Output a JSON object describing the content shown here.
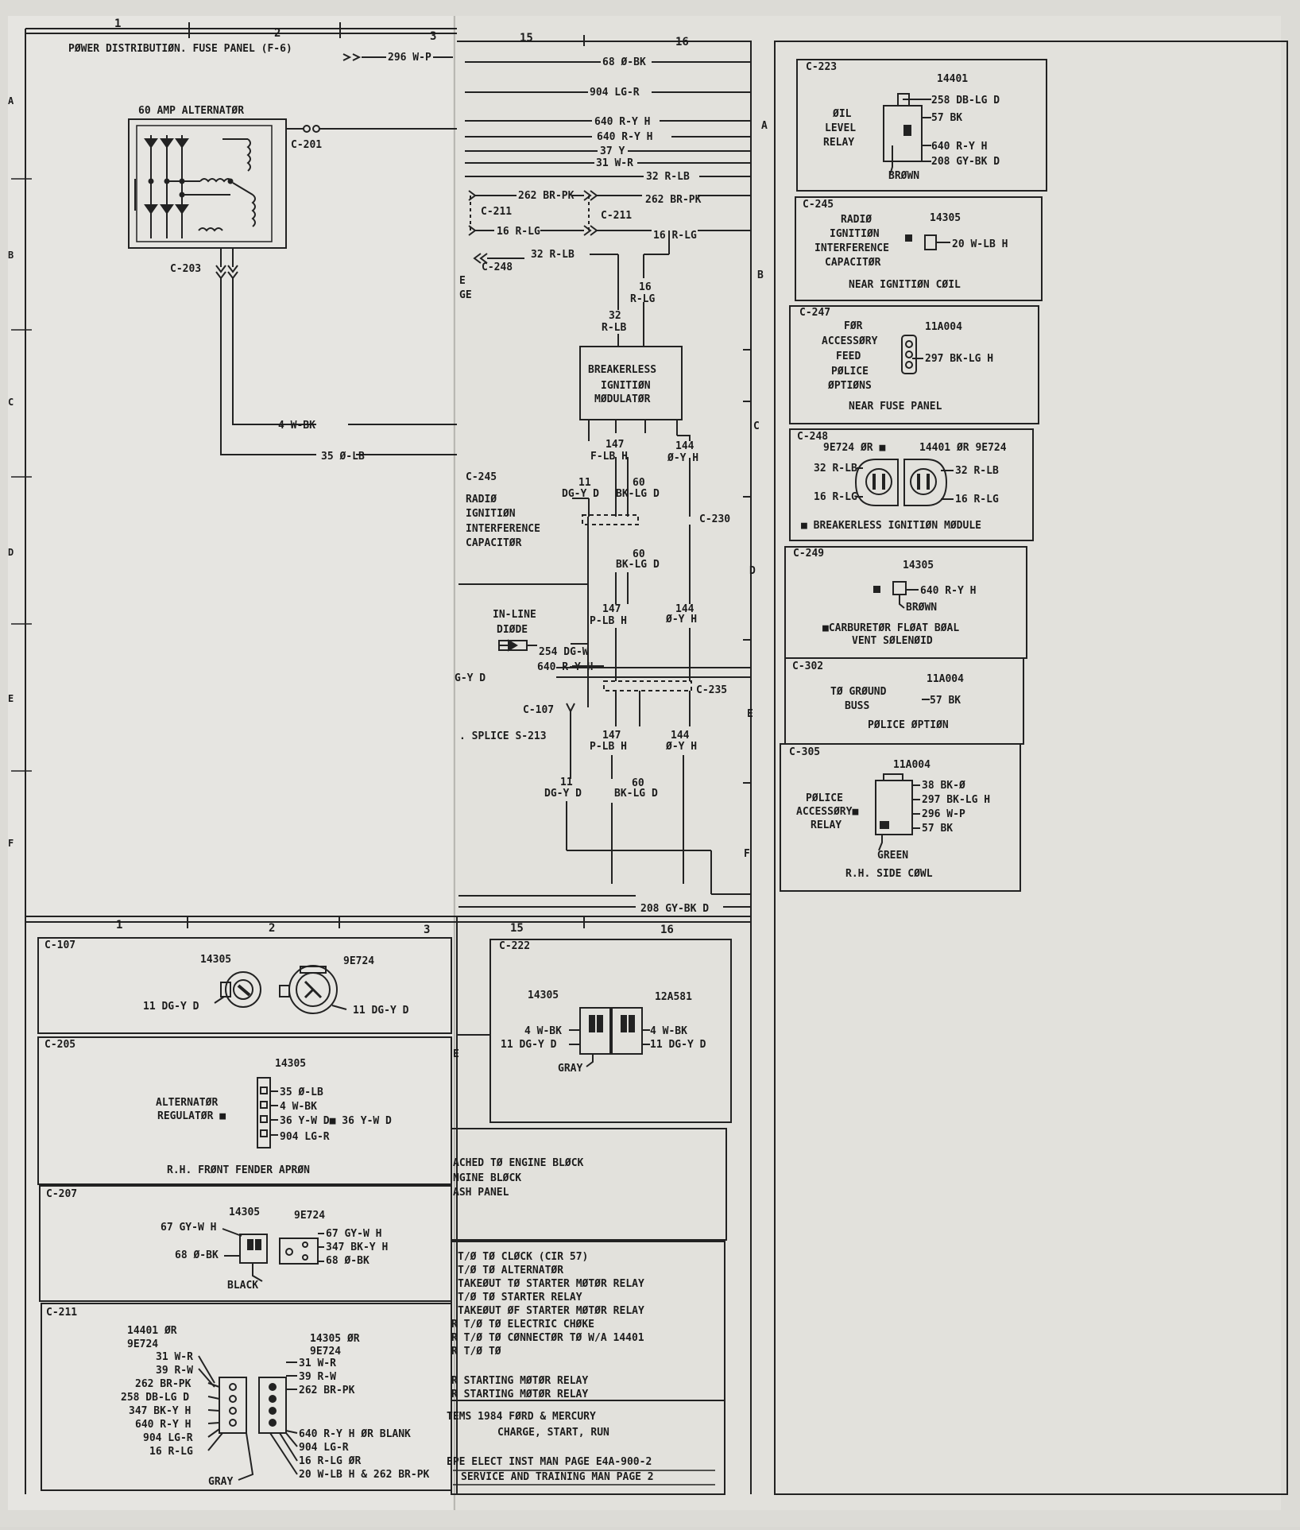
{
  "grid": {
    "cols_top": [
      "1",
      "2",
      "3",
      "15",
      "16"
    ],
    "cols_bottom": [
      "1",
      "2",
      "3",
      "15",
      "16"
    ],
    "rows_left": [
      "A",
      "B",
      "C",
      "D",
      "E",
      "F"
    ],
    "rows_right": [
      "A",
      "B",
      "C",
      "D",
      "E",
      "F"
    ]
  },
  "left": {
    "title": "PØWER DISTRIBUTIØN. FUSE PANEL (F-6)",
    "title_wire": "296 W-P",
    "alternator": "60 AMP ALTERNATØR",
    "c201": "C-201",
    "c203": "C-203",
    "w4": "4 W-BK",
    "w35": "35 Ø-LB"
  },
  "center": {
    "wires_top": [
      "68 Ø-BK",
      "904 LG-R",
      "640 R-Y H",
      "640 R-Y H",
      "37 Y",
      "31 W-R",
      "32 R-LB"
    ],
    "w262": "262 BR-PK",
    "w262b": "262 BR-PK",
    "c211a": "C-211",
    "c211b": "C-211",
    "w16a": "16 R-LG",
    "w16b": "16 R-LG",
    "c248": "C-248",
    "w32": "32 R-LB",
    "e_frag": "E",
    "ge_frag": "GE",
    "v16": "16",
    "vrlg": "R-LG",
    "v32": "32",
    "vrlb": "R-LB",
    "module": [
      "BREAKERLESS",
      "IGNITIØN",
      "MØDULATØR"
    ],
    "m147": "147",
    "mflb": "F-LB H",
    "m144": "144",
    "moy": "Ø-Y H",
    "c245": "C-245",
    "cap": [
      "RADIØ",
      "IGNITIØN",
      "INTERFERENCE",
      "CAPACITØR"
    ],
    "n11": "11",
    "dgy": "DG-Y D",
    "n60": "60",
    "bklg": "BK-LG D",
    "c230": "C-230",
    "n60b": "60",
    "bklgb": "BK-LG D",
    "n147b": "147",
    "plbh": "P-LB H",
    "n144b": "144",
    "oyh": "Ø-Y H",
    "diode": [
      "IN-LINE",
      "DIØDE"
    ],
    "w254": "254 DG-W",
    "w640": "640 R-Y H",
    "gyd": "G-Y D",
    "c235": "C-235",
    "c107": "C-107",
    "splice": ". SPLICE S-213",
    "n147c": "147",
    "plbhc": "P-LB H",
    "n144c": "144",
    "oyhc": "Ø-Y H",
    "n11c": "11",
    "dgyc": "DG-Y D",
    "n60c": "60",
    "bklgc": "BK-LG D",
    "w208": "208 GY-BK D",
    "edge_labels": [
      "A",
      "B",
      "C",
      "D",
      "E",
      "F"
    ]
  },
  "right": {
    "c223": {
      "id": "C-223",
      "part": "14401",
      "name": [
        "ØIL",
        "LEVEL",
        "RELAY"
      ],
      "w1": "258 DB-LG D",
      "w2": "57 BK",
      "w3": "640 R-Y H",
      "w4": "208 GY-BK D",
      "color": "BRØWN"
    },
    "c245": {
      "id": "C-245",
      "part": "14305",
      "name": [
        "RADIØ",
        "IGNITIØN",
        "INTERFERENCE",
        "CAPACITØR"
      ],
      "w1": "20 W-LB H",
      "loc": "NEAR IGNITIØN CØIL"
    },
    "c247": {
      "id": "C-247",
      "part": "11A004",
      "name": [
        "FØR",
        "ACCESSØRY",
        "FEED",
        "PØLICE",
        "ØPTIØNS"
      ],
      "w1": "297 BK-LG H",
      "loc": "NEAR FUSE PANEL"
    },
    "c248": {
      "id": "C-248",
      "part1": "9E724 ØR ■",
      "part2": "14401 ØR 9E724",
      "w1": "32 R-LB",
      "w2": "16 R-LG",
      "w3": "32 R-LB",
      "w4": "16 R-LG",
      "note": "■ BREAKERLESS IGNITIØN MØDULE"
    },
    "c249": {
      "id": "C-249",
      "part": "14305",
      "w1": "640 R-Y H",
      "color": "BRØWN",
      "note1": "■CARBURETØR FLØAT BØAL",
      "note2": "VENT SØLENØID"
    },
    "c302": {
      "id": "C-302",
      "part": "11A004",
      "name": [
        "TØ GRØUND",
        "BUSS"
      ],
      "w1": "57 BK",
      "note": "PØLICE ØPTIØN"
    },
    "c305": {
      "id": "C-305",
      "part": "11A004",
      "name": [
        "PØLICE",
        "ACCESSØRY■",
        "RELAY"
      ],
      "w1": "38 BK-Ø",
      "w2": "297 BK-LG H",
      "w3": "296 W-P",
      "w4": "57 BK",
      "color": "GREEN",
      "loc": "R.H. SIDE CØWL"
    }
  },
  "bottom": {
    "c107": {
      "id": "C-107",
      "p1": "14305",
      "p2": "9E724",
      "w1": "11 DG-Y D",
      "w2": "11 DG-Y D"
    },
    "c205": {
      "id": "C-205",
      "part": "14305",
      "name": [
        "ALTERNATØR",
        "REGULATØR ■"
      ],
      "wires": [
        "35 Ø-LB",
        "4 W-BK",
        "36 Y-W D■ 36 Y-W D",
        "904 LG-R"
      ],
      "loc": "R.H. FRØNT FENDER APRØN"
    },
    "c207": {
      "id": "C-207",
      "p1": "14305",
      "p2": "9E724",
      "w1": "67 GY-W H",
      "w2": "68 Ø-BK",
      "w3": "67 GY-W H",
      "w4": "347 BK-Y H",
      "w5": "68 Ø-BK",
      "color": "BLACK"
    },
    "c211": {
      "id": "C-211",
      "p1": [
        "14401 ØR",
        "9E724"
      ],
      "p2": [
        "14305 ØR",
        "9E724"
      ],
      "left_wires": [
        "31 W-R",
        "39 R-W",
        "262 BR-PK",
        "258 DB-LG D",
        "347 BK-Y H",
        "640 R-Y H",
        "904 LG-R",
        "16 R-LG"
      ],
      "right_wires": [
        "31 W-R",
        "39 R-W",
        "262 BR-PK",
        "640 R-Y H ØR BLANK",
        "904 LG-R",
        "16 R-LG ØR",
        "20 W-LB H & 262 BR-PK"
      ],
      "color": "GRAY"
    },
    "c222": {
      "id": "C-222",
      "p1": "14305",
      "p2": "12A581",
      "w1": "4 W-BK",
      "w2": "11 DG-Y D",
      "w3": "4 W-BK",
      "w4": "11 DG-Y D",
      "color": "GRAY"
    },
    "e_frag": "E",
    "notes1": [
      "ACHED TØ ENGINE BLØCK",
      "NGINE BLØCK",
      "ASH PANEL"
    ],
    "notes2": [
      "T/Ø TØ CLØCK (CIR 57)",
      "T/Ø TØ ALTERNATØR",
      "TAKEØUT TØ STARTER MØTØR RELAY",
      "T/Ø TØ STARTER RELAY",
      "TAKEØUT ØF STARTER MØTØR RELAY",
      "R T/Ø TØ ELECTRIC CHØKE",
      "R T/Ø TØ CØNNECTØR TØ W/A 14401",
      "R T/Ø TØ"
    ],
    "notes3": [
      "R STARTING MØTØR RELAY",
      "R STARTING MØTØR RELAY"
    ],
    "title1": "TEMS 1984 FØRD & MERCURY",
    "title2": "CHARGE, START, RUN",
    "ref1": "EPE ELECT INST MAN PAGE E4A-900-2",
    "ref2": "SERVICE AND TRAINING MAN PAGE 2"
  }
}
